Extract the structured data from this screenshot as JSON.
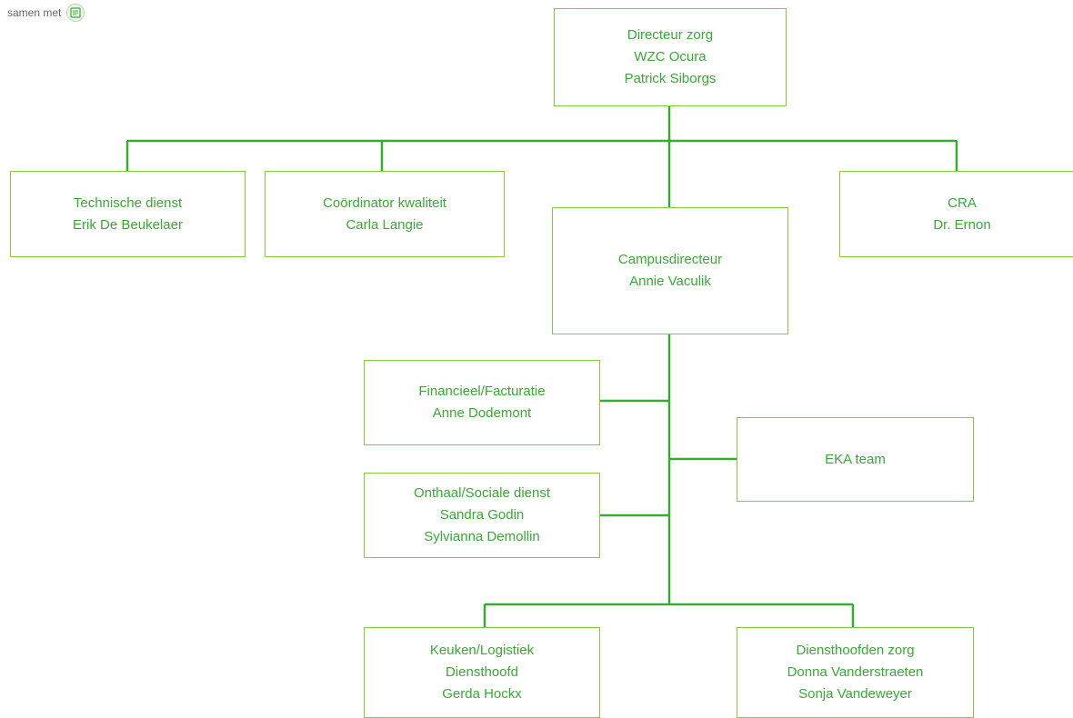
{
  "header": {
    "text": "samen met",
    "logo_icon": "organisation-logo-icon"
  },
  "colors": {
    "box_border": "#8cc63f",
    "line": "#3aa935",
    "text": "#3aa935"
  },
  "org": {
    "directeur": [
      "Directeur zorg",
      "WZC Ocura",
      "Patrick Siborgs"
    ],
    "technische": [
      "Technische dienst",
      "Erik De Beukelaer"
    ],
    "kwaliteit": [
      "Coördinator kwaliteit",
      "Carla Langie"
    ],
    "cra": [
      "CRA",
      "Dr. Ernon"
    ],
    "campus": [
      "Campusdirecteur",
      "Annie Vaculik"
    ],
    "financieel": [
      "Financieel/Facturatie",
      "Anne Dodemont"
    ],
    "eka": [
      "EKA team"
    ],
    "onthaal": [
      "Onthaal/Sociale dienst",
      "Sandra Godin",
      "Sylvianna Demollin"
    ],
    "keuken": [
      "Keuken/Logistiek",
      "Diensthoofd",
      "Gerda Hockx"
    ],
    "diensthoofden": [
      "Diensthoofden zorg",
      "Donna Vanderstraeten",
      "Sonja Vandeweyer"
    ]
  }
}
